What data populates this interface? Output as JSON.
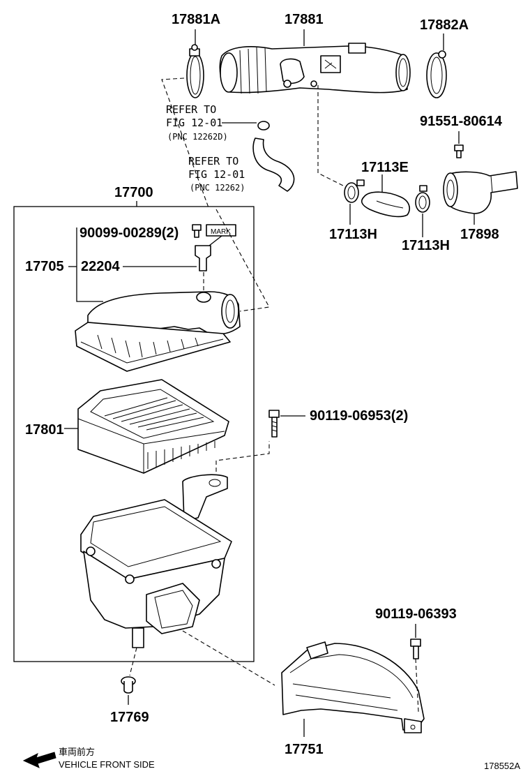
{
  "labels": {
    "p17881A": "17881A",
    "p17881": "17881",
    "p17882A": "17882A",
    "p91551": "91551-80614",
    "p17113E": "17113E",
    "p17113H_left": "17113H",
    "p17113H_right": "17113H",
    "p17898": "17898",
    "p17700": "17700",
    "p90099": "90099-00289(2)",
    "mark": "MARK",
    "p17705": "17705",
    "p22204": "22204",
    "p17801": "17801",
    "p90119a": "90119-06953(2)",
    "p90119b": "90119-06393",
    "p17769": "17769",
    "p17751": "17751"
  },
  "refer1": {
    "line1": "REFER TO",
    "line2": "FIG 12-01",
    "line3": "(PNC 12262D)"
  },
  "refer2": {
    "line1": "REFER TO",
    "line2": "FIG 12-01",
    "line3": "(PNC 12262)"
  },
  "footer": {
    "japanese": "車両前方",
    "english": "VEHICLE FRONT SIDE",
    "figure_code": "178552A"
  },
  "icons": [
    "front-arrow-icon"
  ]
}
